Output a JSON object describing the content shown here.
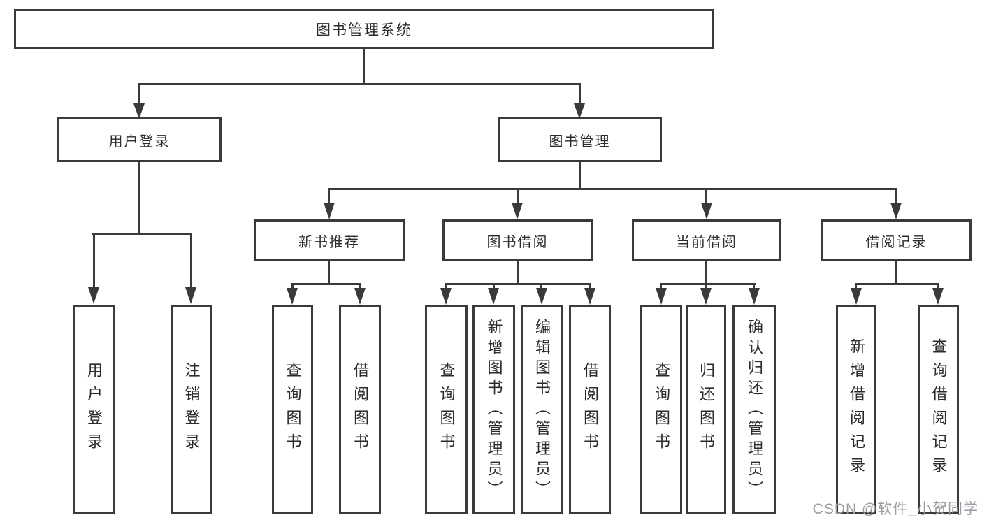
{
  "diagram": {
    "root": "图书管理系统",
    "branches": [
      {
        "label": "用户登录",
        "children": [
          "用户登录",
          "注销登录"
        ]
      },
      {
        "label": "图书管理",
        "sections": [
          {
            "label": "新书推荐",
            "children": [
              "查询图书",
              "借阅图书"
            ]
          },
          {
            "label": "图书借阅",
            "children": [
              "查询图书",
              "新增图书（管理员）",
              "编辑图书（管理员）",
              "借阅图书"
            ]
          },
          {
            "label": "当前借阅",
            "children": [
              "查询图书",
              "归还图书",
              "确认归还（管理员）"
            ]
          },
          {
            "label": "借阅记录",
            "children": [
              "新增借阅记录",
              "查询借阅记录"
            ]
          }
        ]
      }
    ]
  },
  "watermark": {
    "text": "CSDN @软件_小贺同学"
  },
  "colors": {
    "line": "#3a3a3a",
    "text": "#2b2b2b",
    "watermark": "#9c9ca2",
    "background": "#ffffff"
  }
}
